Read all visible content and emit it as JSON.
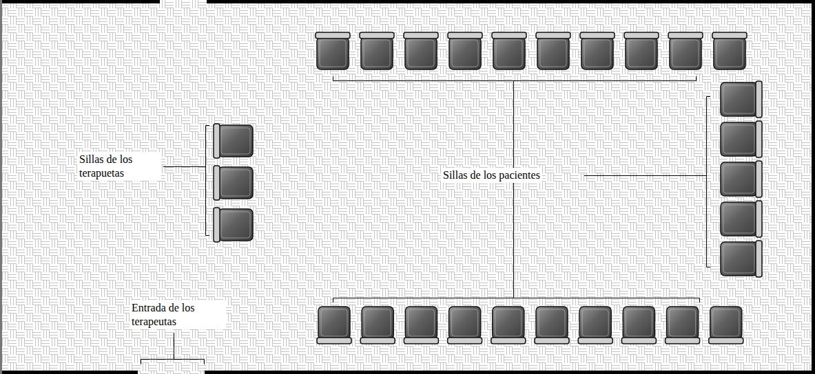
{
  "diagram": {
    "labels": [
      "Sillas de los terapuetas",
      "Sillas de los pacientes",
      "Entrada de los terapeutas"
    ]
  }
}
